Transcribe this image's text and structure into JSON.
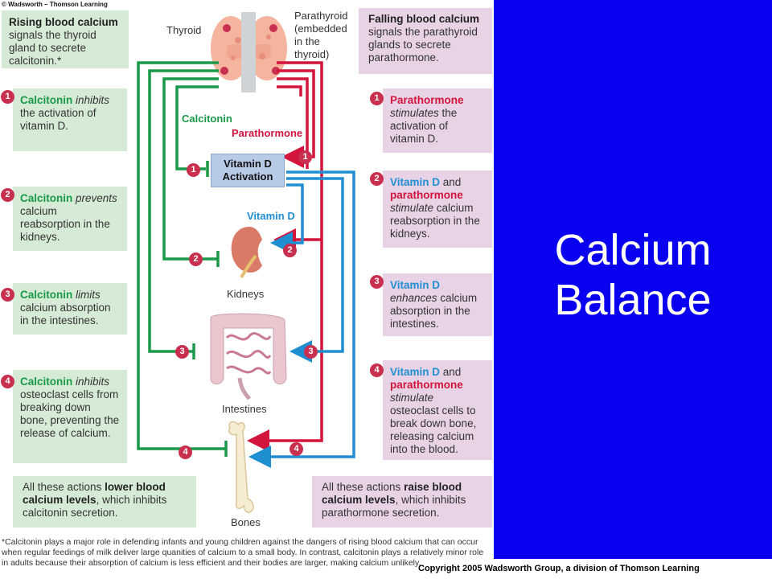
{
  "header": {
    "publisher": "© Wadsworth – Thomson Learning"
  },
  "title": {
    "line1": "Calcium",
    "line2": "Balance"
  },
  "copyright": "Copyright 2005 Wadsworth Group, a division of Thomson Learning",
  "organs": {
    "thyroid": "Thyroid",
    "parathyroid": [
      "Parathyroid",
      "(embedded",
      "in the",
      "thyroid)"
    ],
    "kidneys": "Kidneys",
    "intestines": "Intestines",
    "bones": "Bones"
  },
  "diagram_labels": {
    "calcitonin": "Calcitonin",
    "parathormone": "Parathormone",
    "vitamin_d": "Vitamin D",
    "vitamin_d_activation": [
      "Vitamin D",
      "Activation"
    ]
  },
  "left": {
    "header": {
      "bold": "Rising blood calcium",
      "text": "signals the thyroid gland to secrete calcitonin.*"
    },
    "steps": [
      {
        "num": "1",
        "parts": [
          [
            "b",
            "Calcitonin"
          ],
          [
            "i",
            " inhibits"
          ],
          [
            "t",
            " the activation of vitamin D."
          ]
        ]
      },
      {
        "num": "2",
        "parts": [
          [
            "b",
            "Calcitonin"
          ],
          [
            "i",
            " prevents"
          ],
          [
            "t",
            " calcium reabsorption in the kidneys."
          ]
        ]
      },
      {
        "num": "3",
        "parts": [
          [
            "b",
            "Calcitonin"
          ],
          [
            "i",
            " limits"
          ],
          [
            "t",
            " calcium absorption in the intestines."
          ]
        ]
      },
      {
        "num": "4",
        "parts": [
          [
            "b",
            "Calcitonin"
          ],
          [
            "i",
            " inhibits"
          ],
          [
            "t",
            " osteoclast cells from breaking down bone, preventing the release of calcium."
          ]
        ]
      }
    ],
    "summary": {
      "pre": "All these actions ",
      "bold": "lower blood calcium levels",
      "post": ", which inhibits calcitonin secretion."
    }
  },
  "right": {
    "header": {
      "bold": "Falling blood calcium",
      "text": "signals the parathyroid glands to secrete parathormone."
    },
    "steps": [
      {
        "num": "1",
        "parts": [
          [
            "r",
            "Parathormone"
          ],
          [
            "i",
            " stimulates"
          ],
          [
            "t",
            " the activation of vitamin D."
          ]
        ]
      },
      {
        "num": "2",
        "parts": [
          [
            "bl",
            "Vitamin D"
          ],
          [
            "t",
            " and "
          ],
          [
            "r",
            "parathormone"
          ],
          [
            "i",
            " stimulate"
          ],
          [
            "t",
            " calcium reabsorption in the kidneys."
          ]
        ]
      },
      {
        "num": "3",
        "parts": [
          [
            "bl",
            "Vitamin D"
          ],
          [
            "i",
            " enhances"
          ],
          [
            "t",
            " calcium absorption in the intestines."
          ]
        ]
      },
      {
        "num": "4",
        "parts": [
          [
            "bl",
            "Vitamin D"
          ],
          [
            "t",
            " and "
          ],
          [
            "r",
            "parathormone"
          ],
          [
            "i",
            " stimulate"
          ],
          [
            "t",
            " osteoclast cells to break down bone, releasing calcium into the blood."
          ]
        ]
      }
    ],
    "summary": {
      "pre": "All these actions ",
      "bold": "raise blood calcium levels",
      "post": ", which inhibits parathormone secretion."
    }
  },
  "footnote": "*Calcitonin plays a major role in defending infants and young children against the dangers of rising blood calcium that can occur when regular feedings of milk deliver large quanities of calcium to a small body. In contrast, calcitonin plays a relatively minor role in adults because their absorption of calcium is less efficient and their bodies are larger, making calcium unlikely.",
  "colors": {
    "calcitonin_green": "#1a9a49",
    "parathormone_red": "#d3143c",
    "vitamin_d_blue": "#1f8fd1",
    "title_panel_blue": "#0a00f0"
  },
  "icons": {
    "thyroid": "thyroid-gland-illustration",
    "kidney": "kidney-illustration",
    "intestines": "intestines-illustration",
    "bone": "bone-illustration"
  }
}
